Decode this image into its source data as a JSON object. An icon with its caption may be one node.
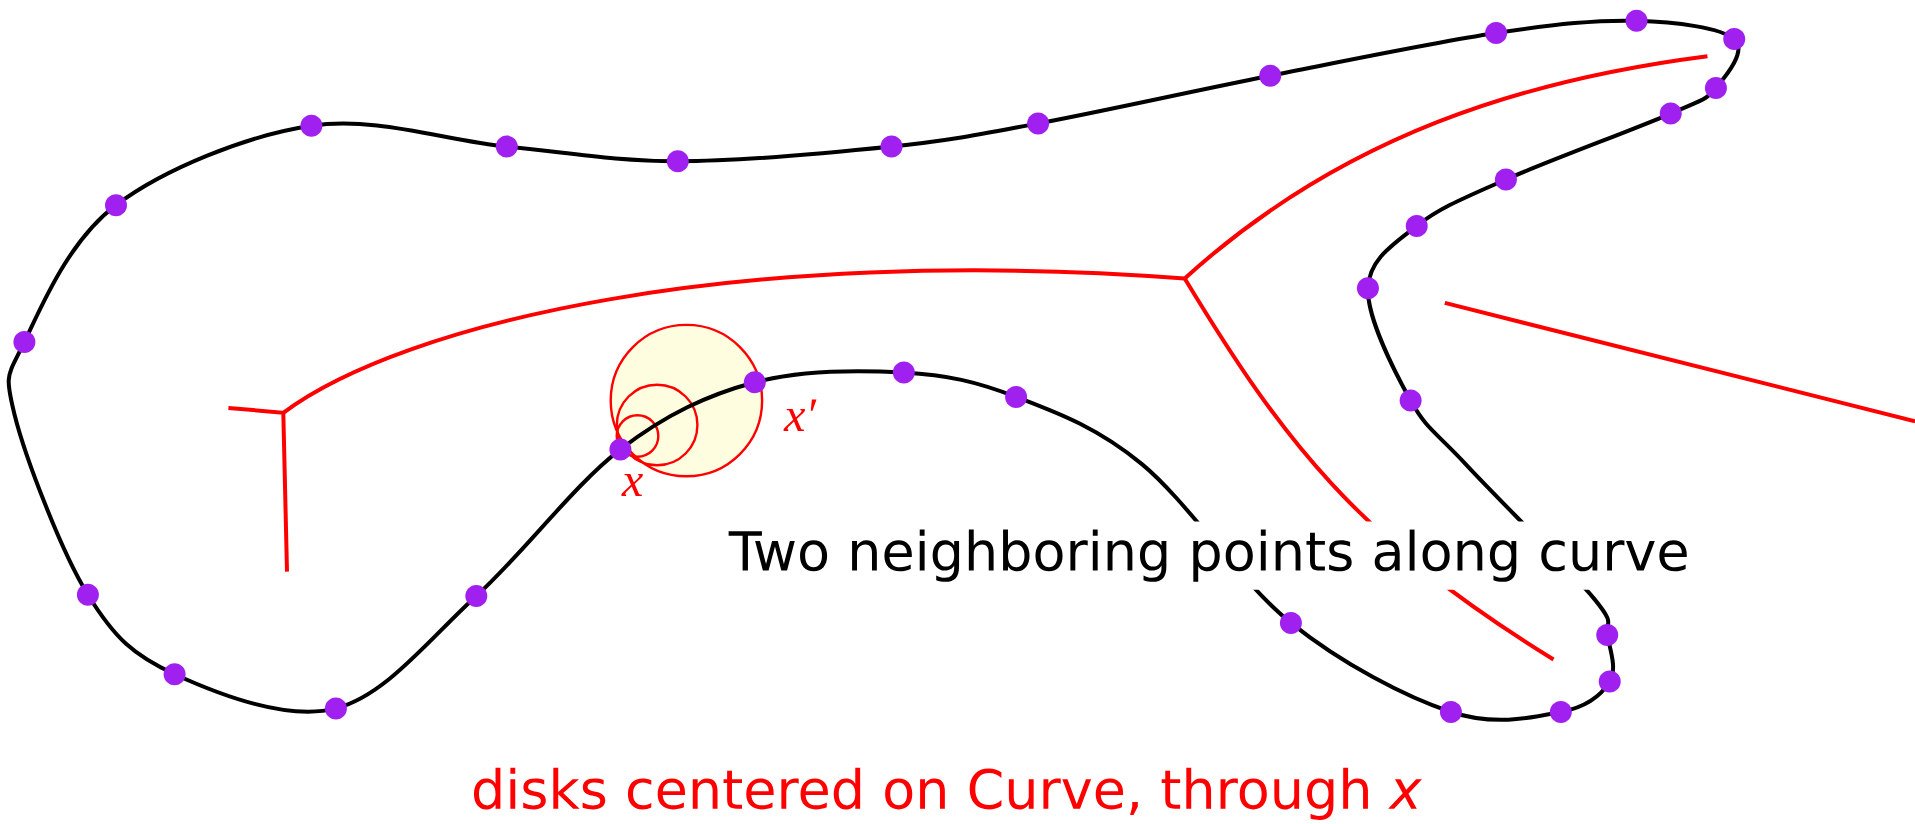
{
  "diagram": {
    "labels": [
      "x′",
      "x",
      "Two neighboring points along curve",
      "disks centered on Curve, through *x*"
    ]
  }
}
